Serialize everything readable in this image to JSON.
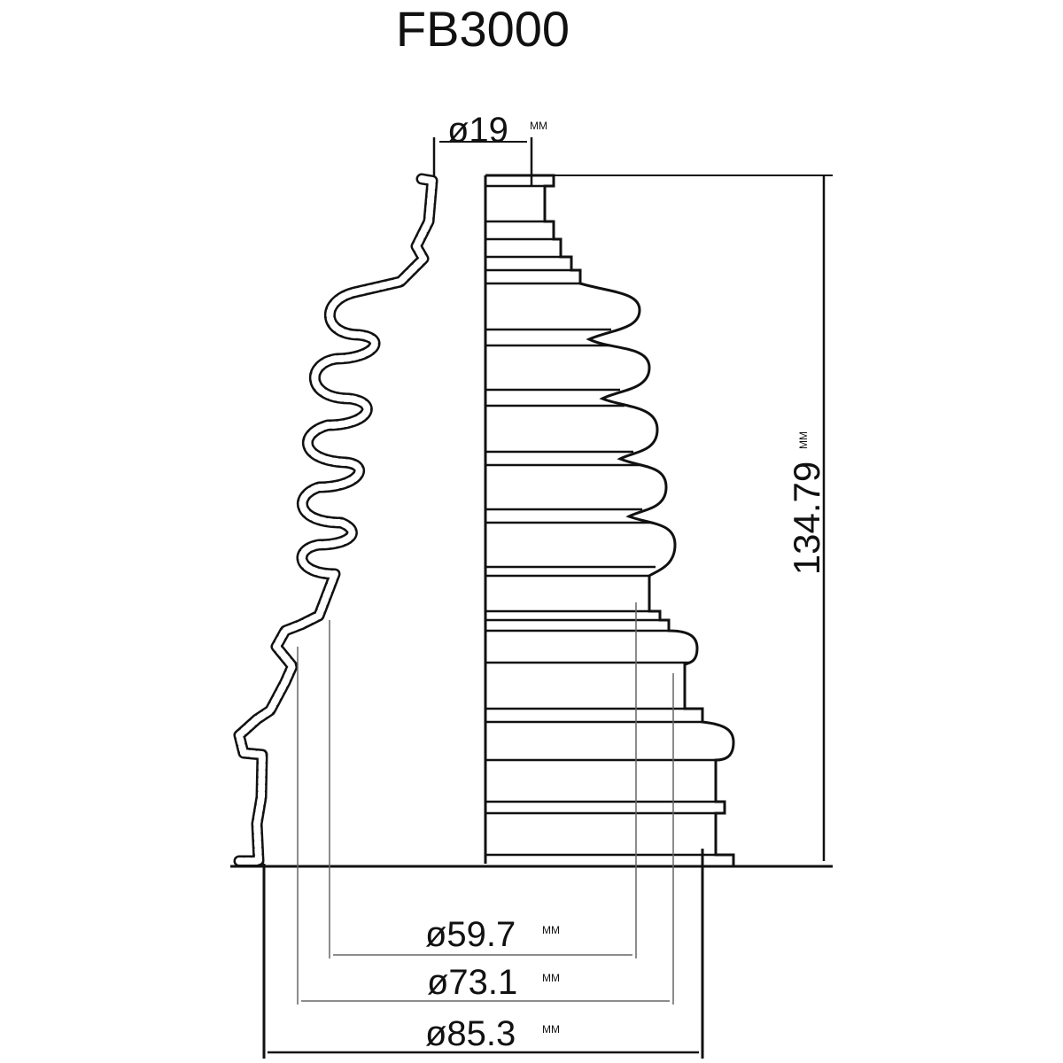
{
  "title": "FB3000",
  "dimensions": {
    "top_diameter": "ø19",
    "height": "134.79",
    "inner_diameter": "ø59.7",
    "middle_diameter": "ø73.1",
    "outer_diameter": "ø85.3",
    "unit": "MM"
  },
  "colors": {
    "line": "#111111",
    "background": "#ffffff"
  }
}
